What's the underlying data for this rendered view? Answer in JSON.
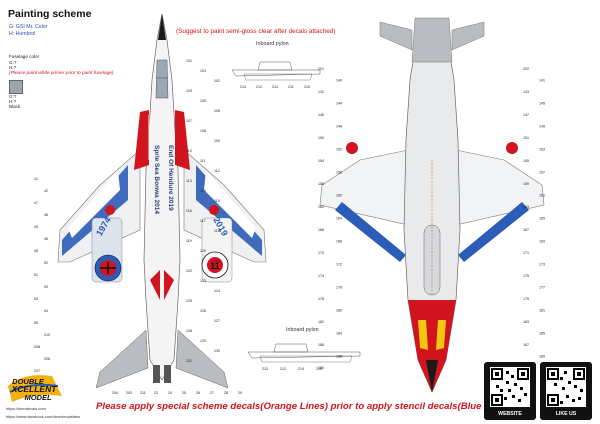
{
  "header": {
    "title": "Painting scheme",
    "color_legend": [
      "G: GSI Mr. Color",
      "H: Humbrol"
    ],
    "fuselage_color_label": "Fuselage color",
    "fuselage_codes": [
      "G:?",
      "H:?"
    ],
    "primer_note": "(Please paint white primer prior to paint fuselage)",
    "swatch_codes": [
      "G:?",
      "H:?"
    ],
    "black_label": "Black"
  },
  "suggest_note": "(Suggest to paint semi-gloss clear after decals attached)",
  "pylon_labels": {
    "top": "Inboard pylon",
    "bottom": "Inboard pylon"
  },
  "top_view": {
    "tail_text_left": "1974",
    "tail_text_right": "2019",
    "spine_text_1": "Sprie Sea Bonwa 2014",
    "spine_text_2": "End Of Hendure 2019",
    "badge_number": "11"
  },
  "callouts": {
    "top": [
      "101",
      "104",
      "102",
      "103",
      "105",
      "106",
      "107",
      "108",
      "109",
      "110",
      "111",
      "112",
      "113",
      "114",
      "115",
      "116",
      "117",
      "118",
      "119",
      "120",
      "121",
      "122",
      "123",
      "124",
      "125",
      "126",
      "127",
      "128",
      "129",
      "130",
      "131"
    ],
    "left": [
      "41",
      "42",
      "47",
      "48",
      "49",
      "46",
      "45",
      "52",
      "51",
      "50",
      "53",
      "54",
      "55",
      "210",
      "208",
      "206",
      "207"
    ],
    "bottom": [
      "204",
      "203",
      "211",
      "23",
      "24",
      "25",
      "26",
      "27",
      "28",
      "29"
    ],
    "pylon_top": [
      "213",
      "212",
      "214",
      "211",
      "215"
    ],
    "pylon_bottom": [
      "213",
      "212",
      "214",
      "215"
    ],
    "under": [
      "201",
      "202",
      "140",
      "141",
      "142",
      "143",
      "144",
      "145",
      "146",
      "147",
      "148",
      "149",
      "150",
      "151",
      "152",
      "153",
      "154",
      "155",
      "156",
      "157",
      "158",
      "159",
      "160",
      "161",
      "162",
      "163",
      "164",
      "165",
      "166",
      "167",
      "168",
      "169",
      "170",
      "171",
      "172",
      "173",
      "174",
      "175",
      "176",
      "177",
      "178",
      "179",
      "180",
      "181",
      "182",
      "183",
      "184",
      "185",
      "186",
      "187",
      "188",
      "189",
      "190"
    ]
  },
  "logo": {
    "line1": "DOUBLE",
    "line2": "XCELLENT",
    "line3": "MODEL"
  },
  "footer": {
    "note": "Please apply special scheme decals(Orange Lines) prior to apply stencil decals(Blue Lines)",
    "website": "https://dxmdecals.com",
    "facebook": "https://www.facebook.com/dxmdecalsfans"
  },
  "qr": {
    "website_label": "WEBSITE",
    "like_label": "LIKE US"
  },
  "colors": {
    "red": "#d2141e",
    "blue": "#2a5cb8",
    "gray": "#b9bcc0",
    "orange": "#e8821e"
  }
}
